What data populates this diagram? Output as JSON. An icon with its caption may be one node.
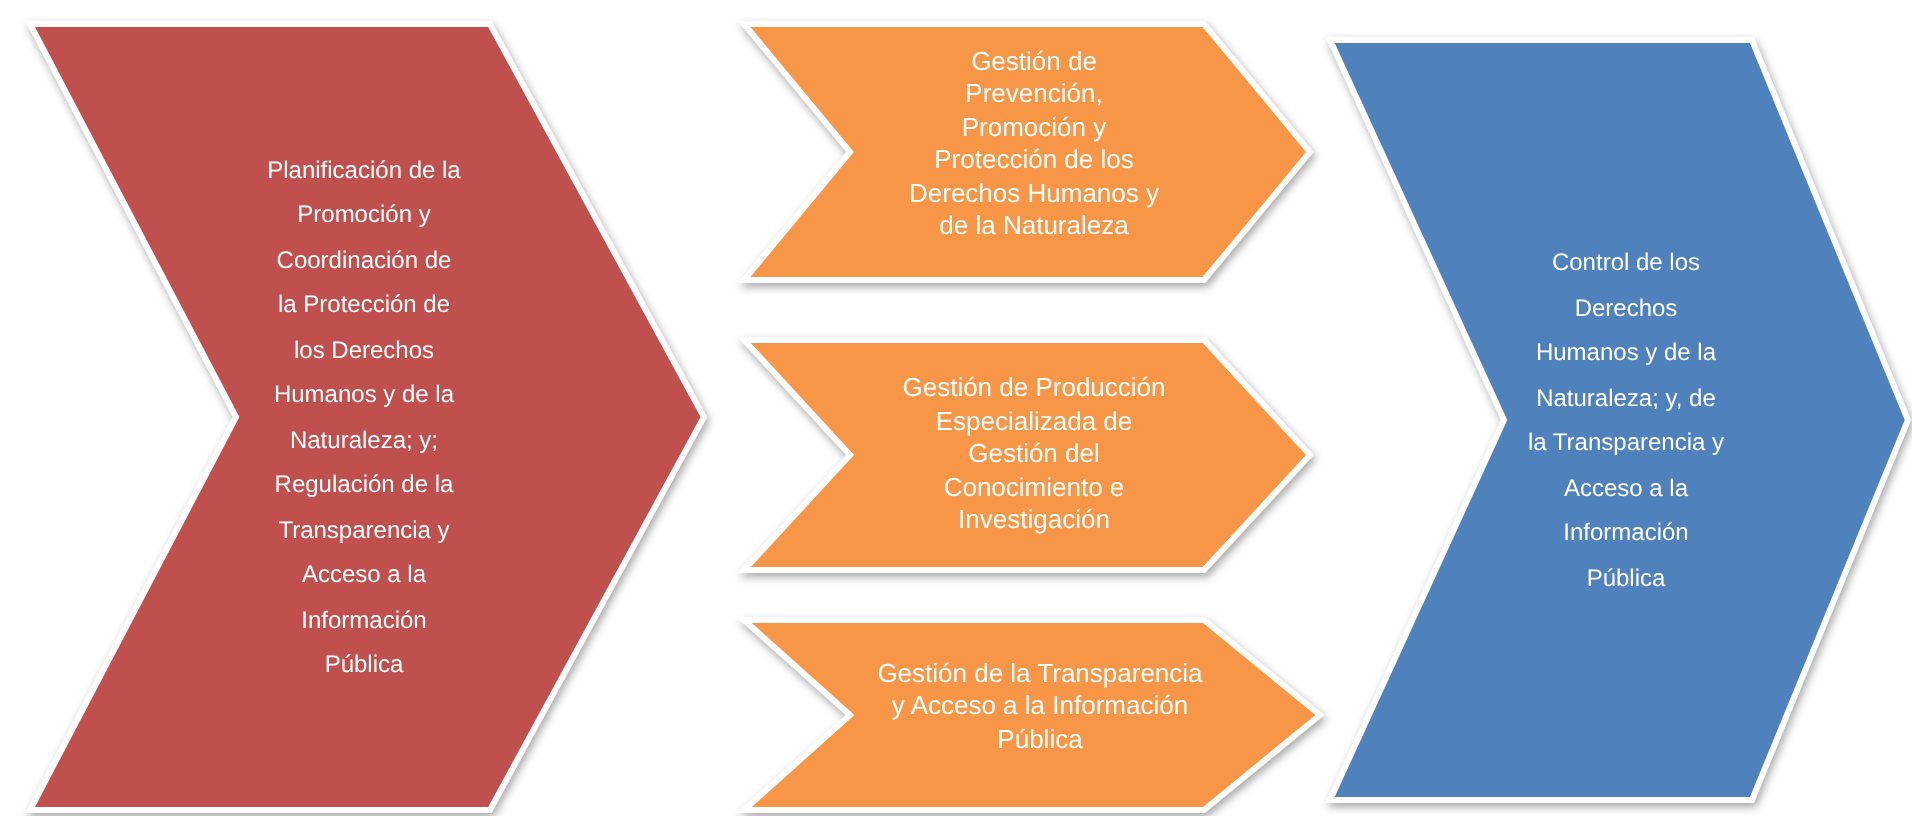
{
  "diagram": {
    "nodes": [
      {
        "text": [
          "Planificación de la Promoción y Coordinación de la Protección de los Derechos Humanos y de la Naturaleza; y; Regulación de la Transparencia y Acceso a la Información Pública"
        ]
      },
      {
        "text": [
          "Gestión de Prevención, Promoción y Protección de los Derechos Humanos y de la Naturaleza"
        ]
      },
      {
        "text": [
          "Gestión de Producción Especializada de Gestión del Conocimiento e Investigación"
        ]
      },
      {
        "text": [
          "Gestión de la Transparencia y Acceso a la Información Pública"
        ]
      },
      {
        "text": [
          "Control de los Derechos Humanos y de la Naturaleza; y, de la Transparencia y Acceso a la Información Pública"
        ]
      }
    ]
  }
}
